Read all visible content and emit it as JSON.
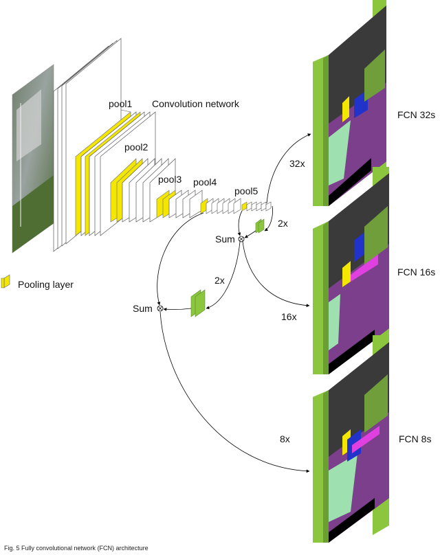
{
  "labels": {
    "pool1": "pool1",
    "pool2": "pool2",
    "pool3": "pool3",
    "pool4": "pool4",
    "pool5": "pool5",
    "network": "Convolution network",
    "legend": "Pooling layer",
    "sum_upper": "Sum",
    "sum_lower": "Sum",
    "up_2x_a": "2x",
    "up_2x_b": "2x",
    "up_32x": "32x",
    "up_16x": "16x",
    "up_8x": "8x",
    "fcn32": "FCN 32s",
    "fcn16": "FCN 16s",
    "fcn8": "FCN 8s"
  },
  "caption": "Fig. 5  Fully convolutional network (FCN) architecture",
  "colors": {
    "pool": "#f3e600",
    "green": "#8cc63f",
    "road": "#7b3f8c",
    "sky": "#3a3a3a"
  }
}
